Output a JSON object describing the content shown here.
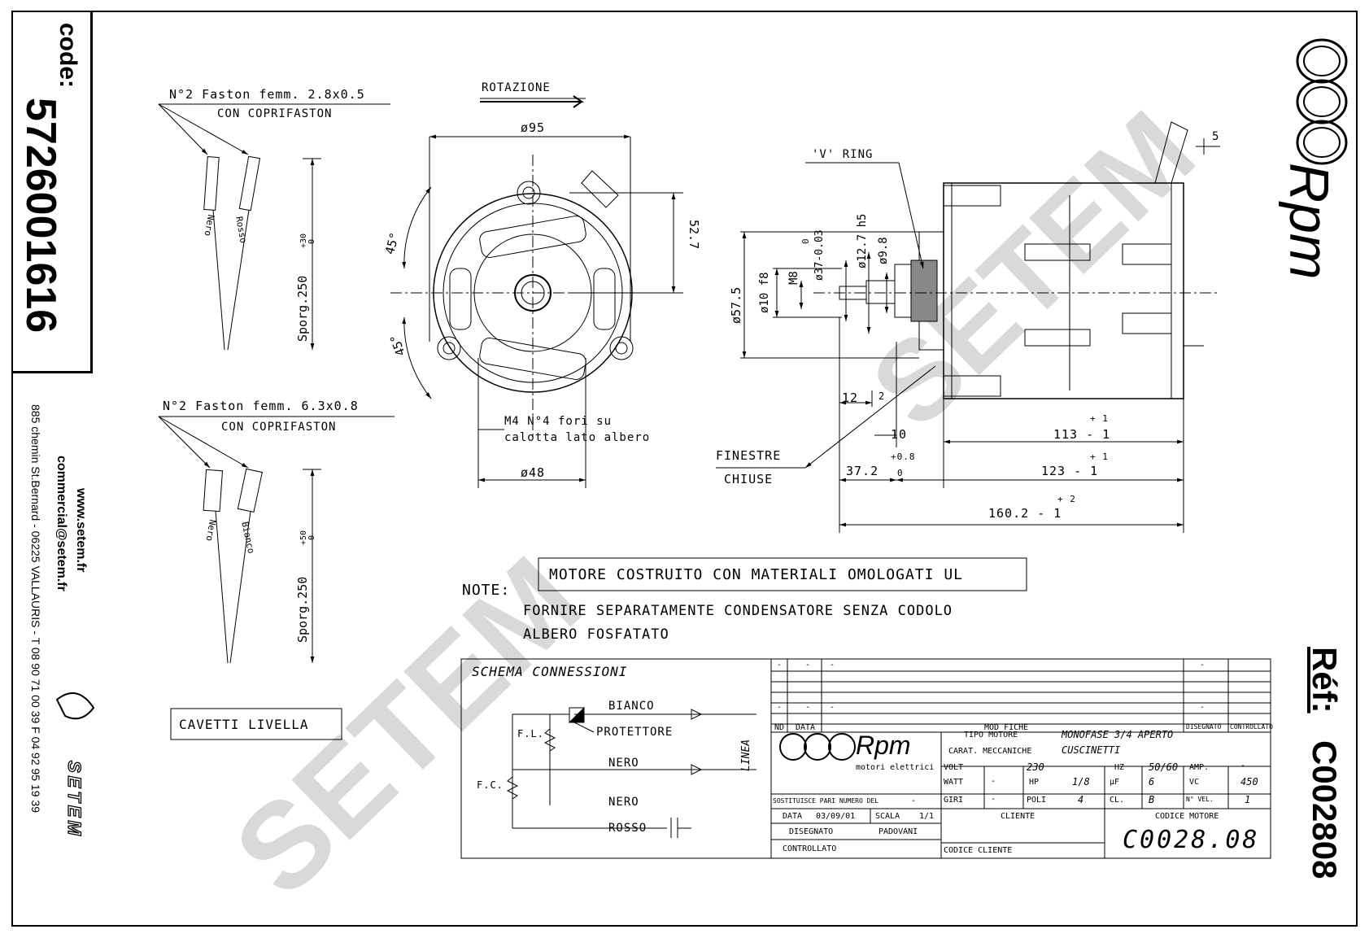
{
  "code": {
    "label": "code:",
    "value": "5726001616"
  },
  "ref": {
    "label": "Réf:",
    "value": "C002808"
  },
  "company": {
    "website": "www.setem.fr",
    "email": "commercial@setem.fr",
    "address": "885 chemin St.Bernard  -  06225 VALLAURIS  -  T 08 90 71 00 39   F 04 92 95 19 39",
    "brand": "SETEM"
  },
  "logo": {
    "name": "Rpm",
    "subtitle": "motori elettrici"
  },
  "watermark": "SETEM",
  "faston_top": {
    "title": "N°2 Faston femm. 2.8x0.5",
    "subtitle": "CON COPRIFASTON",
    "wire1": "Nero",
    "wire2": "Rosso",
    "length": "Sporg.250",
    "tol_plus": "+30",
    "tol_minus": "0"
  },
  "faston_bottom": {
    "title": "N°2 Faston femm. 6.3x0.8",
    "subtitle": "CON COPRIFASTON",
    "wire1": "Nero",
    "wire2": "Bianco",
    "length": "Sporg.250",
    "tol_plus": "+50",
    "tol_minus": "0"
  },
  "cavetti_label": "CAVETTI LIVELLA",
  "front_view": {
    "rotation": "ROTAZIONE",
    "dia_95": "ø95",
    "dim_52_7": "52.7",
    "angle1": "45°",
    "angle2": "45°",
    "holes_note_1": "M4 N°4 fori su",
    "holes_note_2": "calotta lato albero",
    "dia_48": "ø48"
  },
  "side_view": {
    "v_ring": "'V' RING",
    "dia_57_5": "ø57.5",
    "dia_10_f8": "ø10 f8",
    "m8": "M8",
    "dia_37": "ø37-0.03",
    "dia_37_tol": "0",
    "dia_12_7": "ø12.7 h5",
    "dia_9_8": "ø9.8",
    "dim_5": "5",
    "dim_12": "12",
    "dim_2": "2",
    "dim_10": "10",
    "dim_113": "113 - 1",
    "dim_113_tol": "+ 1",
    "dim_123": "123 - 1",
    "dim_123_tol": "+ 1",
    "dim_37_2": "37.2",
    "dim_37_2_tol_plus": "+0.8",
    "dim_37_2_tol_minus": "0",
    "dim_160_2": "160.2 - 1",
    "dim_160_2_tol": "+ 2",
    "finestre_1": "FINESTRE",
    "finestre_2": "CHIUSE"
  },
  "notes": {
    "label": "NOTE:",
    "boxed": "MOTORE COSTRUITO CON MATERIALI OMOLOGATI UL",
    "line1": "FORNIRE SEPARATAMENTE CONDENSATORE SENZA CODOLO",
    "line2": "ALBERO FOSFATATO"
  },
  "schema": {
    "title": "SCHEMA CONNESSIONI",
    "bianco": "BIANCO",
    "protettore": "PROTETTORE",
    "nero1": "NERO",
    "nero2": "NERO",
    "rosso": "ROSSO",
    "fl": "F.L.",
    "fc": "F.C.",
    "linea": "LINEA"
  },
  "title_block": {
    "mod_fiche": "MOD FICHE",
    "col_nd": "ND",
    "col_data": "DATA",
    "col_disegnato": "DISEGNATO",
    "col_controllato": "CONTROLLATO",
    "dash": "-",
    "tipo_motore_label": "TIPO MOTORE",
    "tipo_motore_value": "MONOFASE 3/4 APERTO",
    "carat_label": "CARAT. MECCANICHE",
    "carat_value": "CUSCINETTI",
    "volt_label": "VOLT",
    "volt_value": "230",
    "hz_label": "HZ",
    "hz_value": "50/60",
    "amp_label": "AMP.",
    "amp_value": "-",
    "watt_label": "WATT",
    "watt_value": "-",
    "hp_label": "HP",
    "hp_value": "1/8",
    "uf_label": "µF",
    "uf_value": "6",
    "vc_label": "VC",
    "vc_value": "450",
    "giri_label": "GIRI",
    "giri_value": "-",
    "poli_label": "POLI",
    "poli_value": "4",
    "cl_label": "CL.",
    "cl_value": "B",
    "nvel_label": "N° VEL.",
    "nvel_value": "1",
    "sostituisce": "SOSTITUISCE PARI NUMERO DEL",
    "sostituisce_value": "-",
    "data_label": "DATA",
    "data_value": "03/09/01",
    "scala_label": "SCALA",
    "scala_value": "1/1",
    "disegnato_label": "DISEGNATO",
    "disegnato_value": "PADOVANI",
    "controllato_label": "CONTROLLATO",
    "cliente_label": "CLIENTE",
    "codice_cliente_label": "CODICE CLIENTE",
    "codice_motore_label": "CODICE MOTORE",
    "codice_motore_value": "C0028.08"
  }
}
